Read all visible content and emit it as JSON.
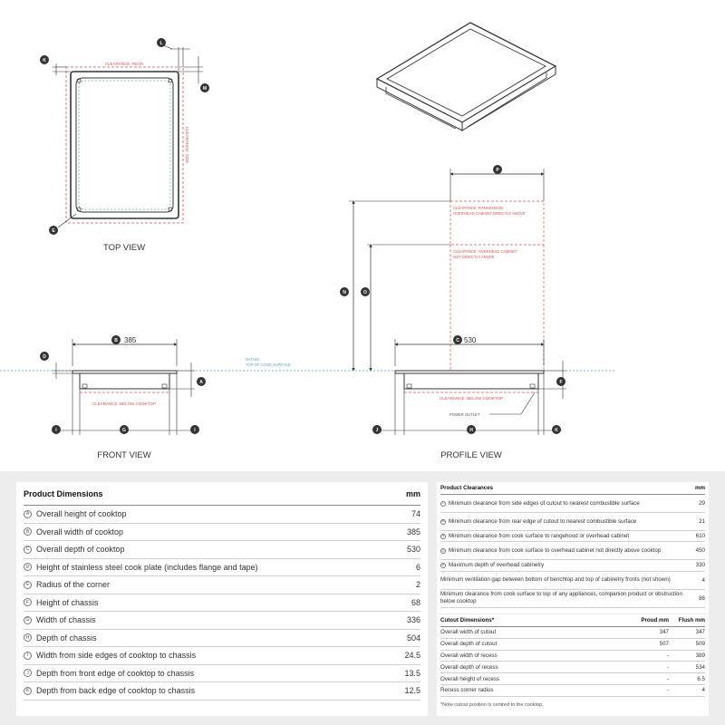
{
  "views": {
    "top": "TOP VIEW",
    "front": "FRONT VIEW",
    "profile": "PROFILE VIEW"
  },
  "annotations": {
    "clearance_rear": "CLEARANCE: REAR",
    "clearance_side": "CLEARANCE: SIDE",
    "clearance_below": "CLEARANCE: BELOW COOKTOP",
    "clearance_rangehood_1": "CLEARANCE: RANGEHOOD,",
    "clearance_rangehood_2": "OVERHEAD CABINET DIRECTLY ABOVE",
    "clearance_cabinet_1": "CLEARANCE: OVERHEAD CABINET",
    "clearance_cabinet_2": "NOT DIRECTLY ABOVE",
    "datum_1": "DATUM",
    "datum_2": "TOP OF COOK SURFACE",
    "power_outlet": "POWER OUTLET"
  },
  "callouts": {
    "A": "A",
    "B": "B",
    "C": "C",
    "D": "D",
    "E": "E",
    "F": "F",
    "G": "G",
    "H": "H",
    "I": "I",
    "J": "J",
    "K": "K",
    "L": "L",
    "M": "M",
    "N": "N",
    "O": "O",
    "P": "P"
  },
  "dims": {
    "b": "385",
    "c": "530"
  },
  "colors": {
    "clearance": "#e05050",
    "datum": "#5aa0d0",
    "line": "#333333"
  },
  "product_dimensions": {
    "title": "Product Dimensions",
    "unit": "mm",
    "rows": [
      {
        "key": "A",
        "label": "Overall height of cooktop",
        "value": "74"
      },
      {
        "key": "B",
        "label": "Overall width of cooktop",
        "value": "385"
      },
      {
        "key": "C",
        "label": "Overall depth of cooktop",
        "value": "530"
      },
      {
        "key": "D",
        "label": "Height of stainless steel cook plate (includes flange and tape)",
        "value": "6"
      },
      {
        "key": "E",
        "label": "Radius of the corner",
        "value": "2"
      },
      {
        "key": "F",
        "label": "Height of chassis",
        "value": "68"
      },
      {
        "key": "G",
        "label": "Width of chassis",
        "value": "336"
      },
      {
        "key": "H",
        "label": "Depth of chassis",
        "value": "504"
      },
      {
        "key": "I",
        "label": "Width from side edges of cooktop to chassis",
        "value": "24.5"
      },
      {
        "key": "J",
        "label": "Depth from front edge of cooktop to chassis",
        "value": "13.5"
      },
      {
        "key": "K",
        "label": "Depth from back edge of cooktop to chassis",
        "value": "12.5"
      }
    ]
  },
  "product_clearances": {
    "title": "Product Clearances",
    "unit": "mm",
    "rows": [
      {
        "key": "L",
        "label": "Minimum clearance from side edges of cutout to nearest combustible surface",
        "value": "29"
      },
      {
        "key": "M",
        "label": "Minimum clearance from rear edge of cutout to nearest combustible surface",
        "value": "21"
      },
      {
        "key": "N",
        "label": "Minimum clearance from cook surface to rangehood or overhead cabinet",
        "value": "610"
      },
      {
        "key": "O",
        "label": "Minimum clearance from cook surface to overhead cabinet not directly above cooktop",
        "value": "450"
      },
      {
        "key": "P",
        "label": "Maximum depth of overhead cabinetry",
        "value": "330"
      },
      {
        "key": "",
        "label": "Minimum ventilation gap between bottom of benchtop and top of cabinetry fronts (not shown)",
        "value": "4"
      },
      {
        "key": "",
        "label": "Minimum clearance from cook surface to top of any appliances, companion product or obstruction below cooktop",
        "value": "86"
      }
    ]
  },
  "cutout_dimensions": {
    "title": "Cutout Dimensions*",
    "col1": "Proud mm",
    "col2": "Flush mm",
    "rows": [
      {
        "label": "Overall width of cutout",
        "proud": "347",
        "flush": "347"
      },
      {
        "label": "Overall depth of cutout",
        "proud": "507",
        "flush": "509"
      },
      {
        "label": "Overall width of recess",
        "proud": "-",
        "flush": "389"
      },
      {
        "label": "Overall depth of recess",
        "proud": "-",
        "flush": "534"
      },
      {
        "label": "Overall height of recess",
        "proud": "-",
        "flush": "6.5"
      },
      {
        "label": "Recess corner radius",
        "proud": "-",
        "flush": "4"
      }
    ],
    "note": "*Note cutout position is centred to the cooktop."
  }
}
